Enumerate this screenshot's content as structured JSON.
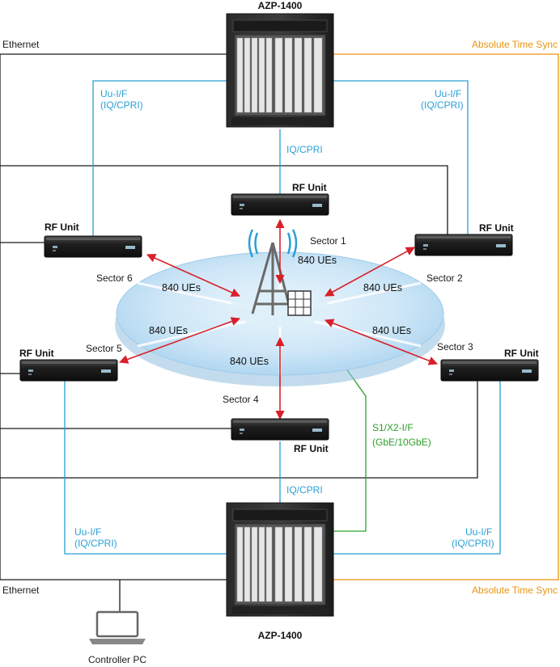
{
  "colors": {
    "ethernet": "#1a1a1a",
    "iq_cpri": "#2a9fd6",
    "time_sync": "#e8940e",
    "s1_x2": "#2aa02a",
    "radio_link": "#d8202a",
    "disc": "#b9dcf2"
  },
  "equipment": {
    "top_azp": "AZP-1400",
    "bottom_azp": "AZP-1400",
    "rf_unit": "RF Unit",
    "controller_pc": "Controller PC"
  },
  "links": {
    "ethernet_top": "Ethernet",
    "ethernet_bottom": "Ethernet",
    "time_sync_top": "Absolute Time Sync",
    "time_sync_bottom": "Absolute Time Sync",
    "uu_if": "Uu-I/F",
    "iq_cpri_paren": "(IQ/CPRI)",
    "iq_cpri": "IQ/CPRI",
    "s1_x2": "S1/X2-I/F",
    "gbe": "(GbE/10GbE)"
  },
  "sectors": [
    {
      "label": "Sector 1",
      "ues": "840 UEs"
    },
    {
      "label": "Sector 2",
      "ues": "840 UEs"
    },
    {
      "label": "Sector 3",
      "ues": "840 UEs"
    },
    {
      "label": "Sector 4",
      "ues": "840 UEs"
    },
    {
      "label": "Sector 5",
      "ues": "840 UEs"
    },
    {
      "label": "Sector 6",
      "ues": "840 UEs"
    }
  ]
}
